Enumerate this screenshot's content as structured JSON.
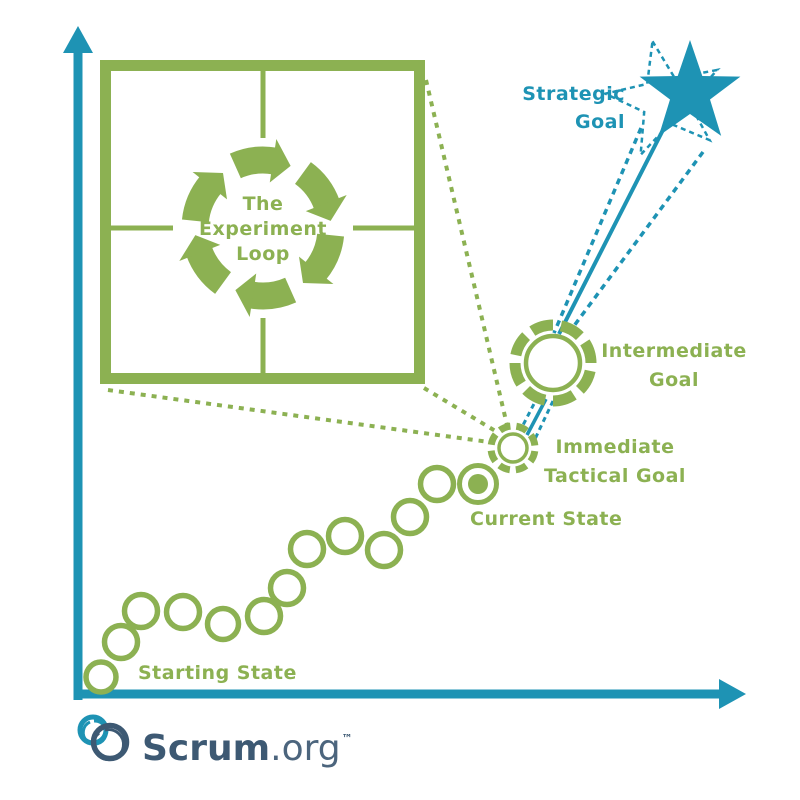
{
  "colors": {
    "green": "#8CB152",
    "teal": "#1E93B4",
    "navy": "#3D5973"
  },
  "diagram": {
    "strategic_goal_label": "Strategic\nGoal",
    "experiment_loop_label": "The\nExperiment\nLoop",
    "intermediate_goal_label": "Intermediate\nGoal",
    "immediate_tactical_goal_label": "Immediate\nTactical Goal",
    "current_state_label": "Current State",
    "starting_state_label": "Starting State"
  },
  "footer": {
    "logo": {
      "brand": "Scrum",
      "suffix": ".org",
      "trademark": "™"
    }
  },
  "icons": {
    "strategic_goal_star": "five-point-star (solid) with dashed star outline",
    "experiment_loop_arrows": "circular chasing arrows loop",
    "intermediate_goal_ring": "segmented ring around circle",
    "immediate_tactical_goal_ring": "segmented ring around small circle",
    "current_state_dot": "filled dot with ring",
    "progress_chain": "chain of open circles",
    "axes": "x-y axes with arrowheads",
    "logo_mark": "two overlapping sketched rings"
  }
}
